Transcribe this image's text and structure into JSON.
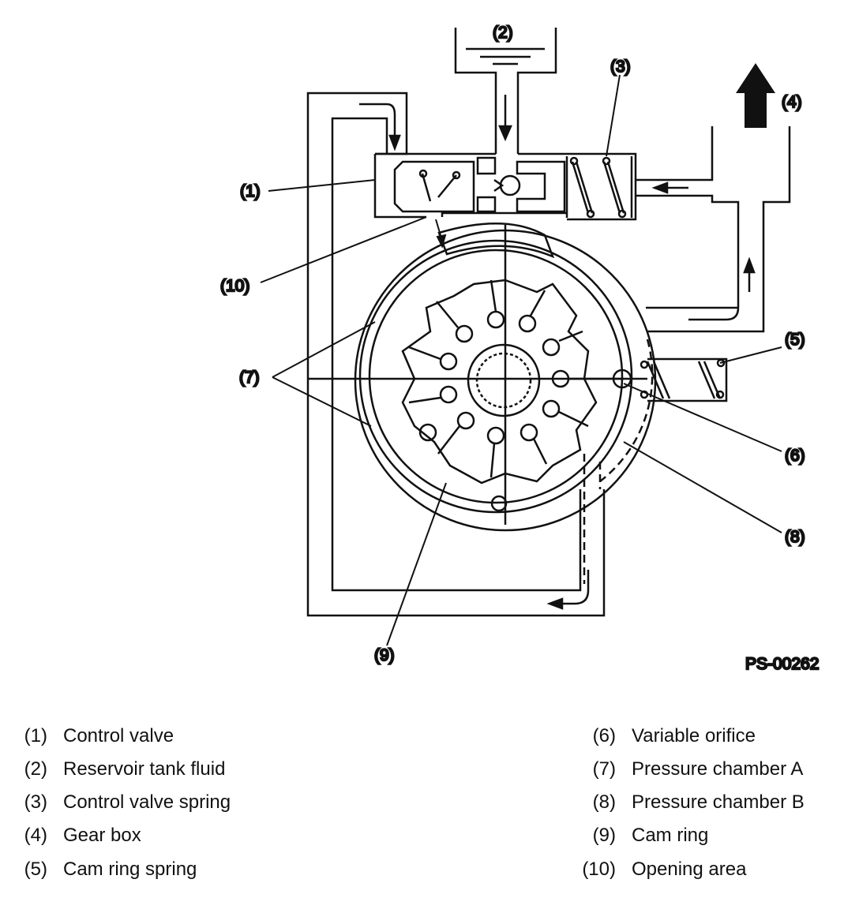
{
  "figure_code": "PS-00262",
  "callouts": [
    "(1)",
    "(2)",
    "(3)",
    "(4)",
    "(5)",
    "(6)",
    "(7)",
    "(8)",
    "(9)",
    "(10)"
  ],
  "legend": [
    {
      "num": "(1)",
      "text": "Control valve"
    },
    {
      "num": "(2)",
      "text": "Reservoir tank fluid"
    },
    {
      "num": "(3)",
      "text": "Control valve spring"
    },
    {
      "num": "(4)",
      "text": "Gear box"
    },
    {
      "num": "(5)",
      "text": "Cam ring spring"
    },
    {
      "num": "(6)",
      "text": "Variable orifice"
    },
    {
      "num": "(7)",
      "text": "Pressure chamber A"
    },
    {
      "num": "(8)",
      "text": "Pressure chamber B"
    },
    {
      "num": "(9)",
      "text": "Cam ring"
    },
    {
      "num": "(10)",
      "text": "Opening area"
    }
  ]
}
